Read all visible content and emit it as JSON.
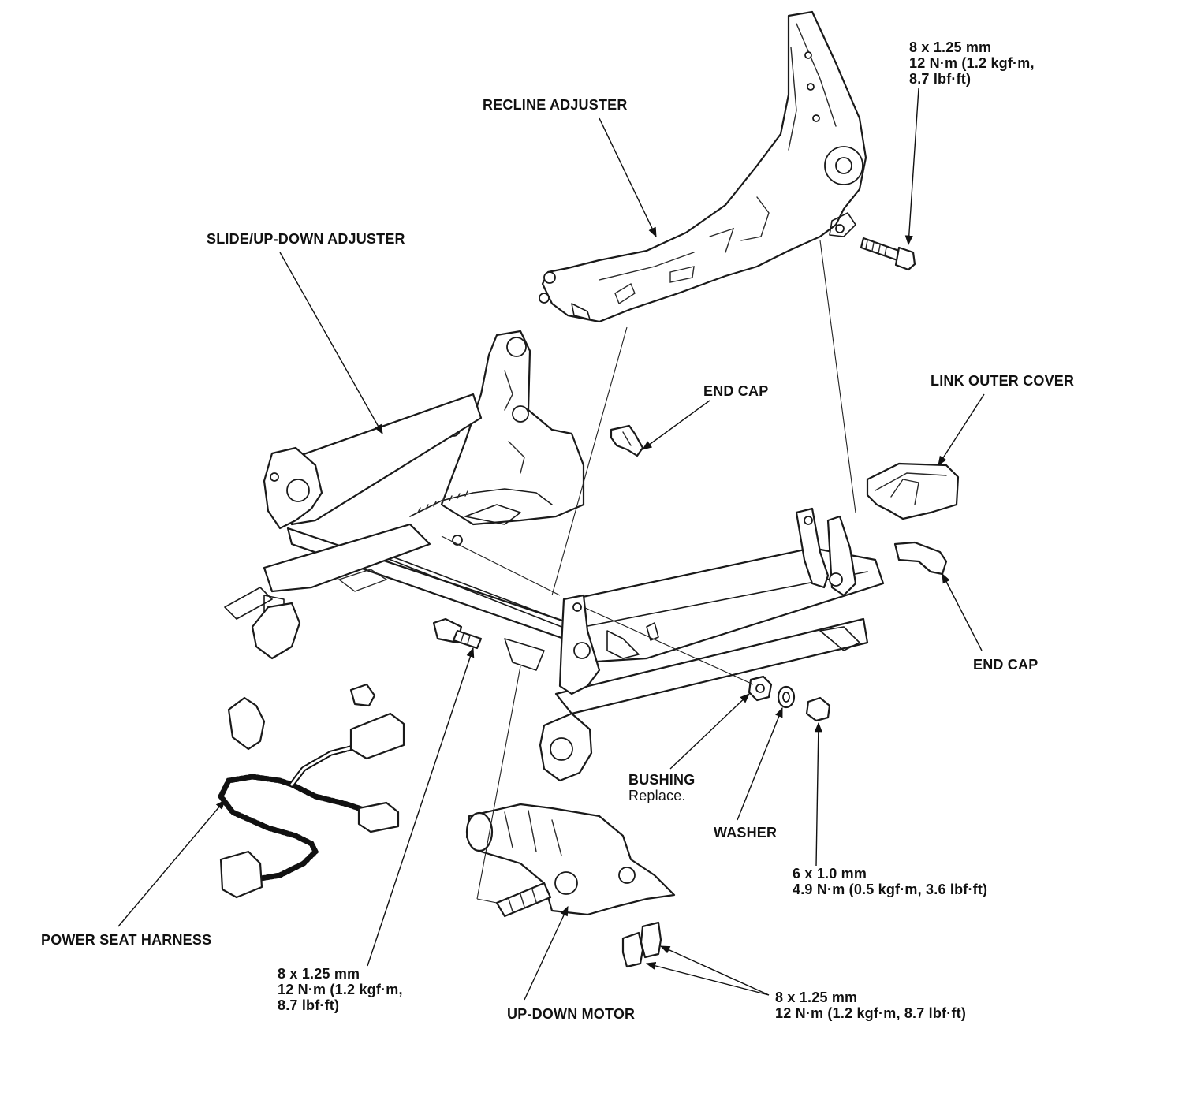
{
  "labels": {
    "recline_adjuster": "RECLINE ADJUSTER",
    "slide_up_down_adjuster": "SLIDE/UP-DOWN ADJUSTER",
    "end_cap_top": "END CAP",
    "link_outer_cover": "LINK OUTER COVER",
    "end_cap_right": "END CAP",
    "bushing": "BUSHING",
    "bushing_note": "Replace.",
    "washer": "WASHER",
    "power_seat_harness": "POWER SEAT HARNESS",
    "up_down_motor": "UP-DOWN MOTOR"
  },
  "torque_specs": {
    "top_right": {
      "size": "8 x 1.25 mm",
      "line2": "12 N·m (1.2 kgf·m,",
      "line3": "8.7 lbf·ft)"
    },
    "bottom_left": {
      "size": "8 x 1.25 mm",
      "line2": "12 N·m (1.2 kgf·m,",
      "line3": "8.7 lbf·ft)"
    },
    "bolt_6mm": {
      "size": "6 x 1.0 mm",
      "line2": "4.9 N·m (0.5 kgf·m, 3.6 lbf·ft)"
    },
    "bottom_right": {
      "size": "8 x 1.25 mm",
      "line2": "12 N·m (1.2 kgf·m, 8.7 lbf·ft)"
    }
  }
}
